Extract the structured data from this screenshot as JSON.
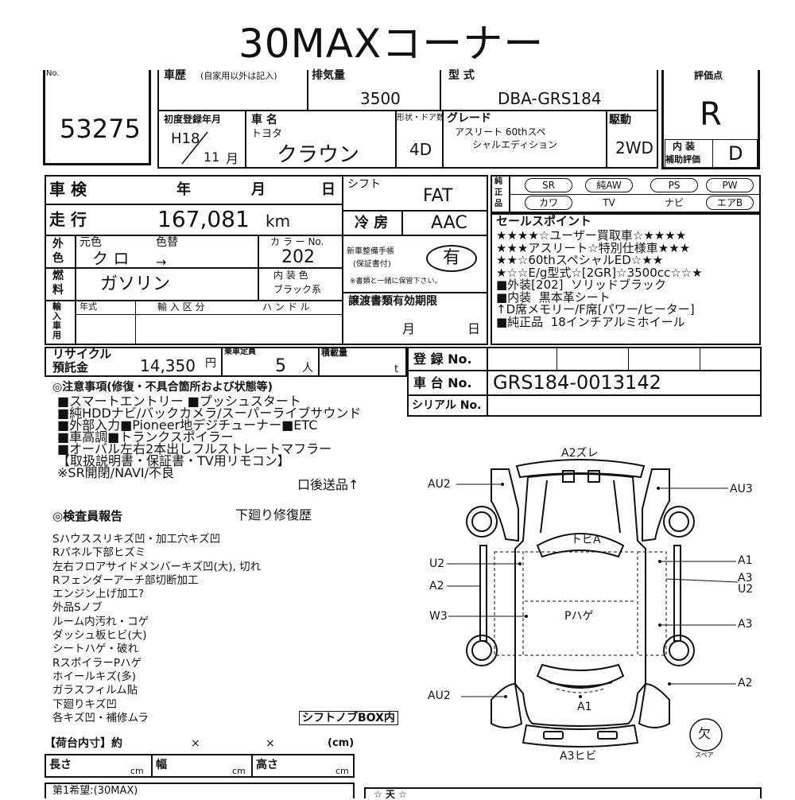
{
  "title": "30MAXコーナー",
  "lot": {
    "label": "No.",
    "number": "53275"
  },
  "history": {
    "label": "車歴",
    "note": "(自家用以外は記入)"
  },
  "displacement": {
    "label": "排気量",
    "value": "3500"
  },
  "model": {
    "label": "型 式",
    "value": "DBA-GRS184"
  },
  "score": {
    "label": "評価点",
    "value": "R"
  },
  "first_reg": {
    "label": "初度登録年月",
    "era_year": "H18",
    "month": "11",
    "month_unit": "月"
  },
  "car_name": {
    "label": "車 名",
    "maker": "トヨタ",
    "name": "クラウン"
  },
  "body": {
    "label": "形状・ドア数",
    "value": "4D"
  },
  "grade": {
    "label": "グレード",
    "value_line1": "アスリート 60thスペ",
    "value_line2": "シャルエディション"
  },
  "drive": {
    "label": "駆動",
    "value": "2WD"
  },
  "interior_score": {
    "label1": "内 装",
    "label2": "補助評価",
    "value": "D"
  },
  "inspection": {
    "label": "車 検",
    "year": "年",
    "month": "月",
    "day": "日"
  },
  "shift": {
    "label": "シフト",
    "value": "FAT"
  },
  "mileage": {
    "label": "走 行",
    "value": "167,081",
    "unit": "km"
  },
  "aircon": {
    "label": "冷 房",
    "value": "AAC"
  },
  "color": {
    "label1": "外",
    "label2": "色",
    "original_label": "元色",
    "change_label": "色替",
    "original": "ク ロ",
    "arrow": "→",
    "code_label": "カ ラ ー No.",
    "code": "202"
  },
  "manual": {
    "label1": "新車整備手帳",
    "label2": "(保証書付)",
    "value": "有",
    "note": "※書類と一緒に保管下さい。"
  },
  "fuel": {
    "label1": "燃",
    "label2": "料",
    "value": "ガソリン",
    "interior_color_label": "内 装 色",
    "interior_color": "ブラック系"
  },
  "import": {
    "label": "輸入車用",
    "year_label": "年式",
    "category_label": "輸 入 区 分",
    "handle_label": "ハ ン ド ル"
  },
  "transfer": {
    "label": "譲渡書類有効期限",
    "month": "月",
    "day": "日"
  },
  "equipment": {
    "label": "純正品",
    "items": [
      "SR",
      "純AW",
      "PS",
      "PW",
      "カワ",
      "TV",
      "ナビ",
      "エアB"
    ],
    "circled": [
      true,
      true,
      true,
      true,
      true,
      false,
      false,
      true
    ]
  },
  "sales_points": {
    "label": "セールスポイント",
    "lines": [
      "★★★★☆ユーザー買取車☆★★★★",
      "★★★アスリート☆特別仕様車★★★",
      "★★☆60thスペシャルED☆★★",
      "★☆☆E/g型式☆[2GR]☆3500cc☆☆★",
      "■外装[202]  ソリッドブラック",
      "■内装  黒本革シート",
      "↑D席メモリー/F席[パワー/ヒーター]",
      "■純正品  18インチアルミホイール"
    ]
  },
  "recycle": {
    "label1": "リサイクル",
    "label2": "預託金",
    "value": "14,350",
    "unit": "円"
  },
  "capacity": {
    "label": "乗車定員",
    "value": "5",
    "unit": "人"
  },
  "load": {
    "label": "積載量",
    "unit": "t"
  },
  "registration": {
    "label": "登 録 No.",
    "value": ""
  },
  "chassis": {
    "label": "車 台 No.",
    "value": "GRS184-0013142"
  },
  "serial": {
    "label": "シリアル No.",
    "value": ""
  },
  "notes": {
    "label": "◎注意事項(修復・不具合箇所および状態等)",
    "lines": [
      "■スマートエントリー ■プッシュスタート",
      "■純HDDナビ/バックカメラ/スーパーライブサウンド",
      "■外部入力■Pioneer地デジチューナー■ETC",
      "■車高調■トランクスポイラー",
      "■オーバル左右2本出しフルストレートマフラー",
      "【取扱説明書・保証書・TV用リモコン】",
      "※SR開閉/NAVI/不良"
    ],
    "post": "口後送品↑"
  },
  "inspector": {
    "label": "◎検査員報告",
    "note": "下廻り修復歴",
    "lines": [
      "Sハウススリキズ凹・加工穴キズ凹",
      "Rパネル下部ヒズミ",
      "左右フロアサイドメンバーキズ凹(大), 切れ",
      "Rフェンダーアーチ部切断加工",
      "エンジン上げ加工?",
      "外品Sノブ",
      "ルーム内汚れ・コゲ",
      "ダッシュ板ヒビ(大)",
      "シートハゲ・破れ",
      "RスポイラーPハゲ",
      "ホイールキズ(多)",
      "ガラスフィルム貼",
      "下廻りキズ凹",
      "各キズ凹・補修ムラ"
    ],
    "box_note": "シフトノブBOX内"
  },
  "cargo": {
    "label": "【荷台内寸】約",
    "x1": "×",
    "x2": "×",
    "unit": "(cm)",
    "length": "長さ",
    "width": "幅",
    "height": "高さ",
    "cm": "cm"
  },
  "bottom": {
    "first_choice": "第1希望:(30MAX)",
    "right_label": "☆ 天 ☆"
  },
  "diagram": {
    "labels": {
      "top": "A2ズレ",
      "left_front": "AU2",
      "right_front": "AU3",
      "left_u2": "U2",
      "left_a2": "A2",
      "left_w3": "W3",
      "left_rear": "AU2",
      "right_a1": "A1",
      "right_a3": "A3",
      "right_u2": "U2",
      "right_a3b": "A3",
      "right_rear": "A2",
      "roof": "トビA",
      "center": "Pハゲ",
      "trunk": "A1",
      "bottom": "A3ヒビ"
    },
    "spare": {
      "mark": "欠",
      "label": "スペア"
    }
  }
}
